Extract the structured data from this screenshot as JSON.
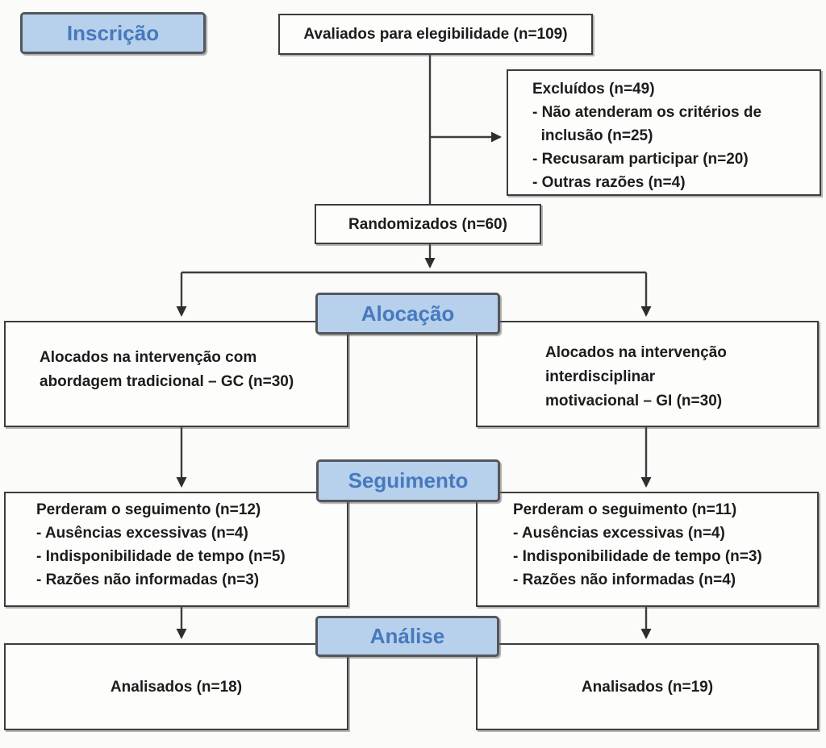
{
  "figure": {
    "stage_labels": {
      "inscricao": "Inscrição",
      "alocacao": "Alocação",
      "seguimento": "Seguimento",
      "analise": "Análise"
    },
    "boxes": {
      "assessed": "Avaliados para elegibilidade (n=109)",
      "excluded": {
        "title": "Excluídos (n=49)",
        "items": [
          "- Não atenderam os critérios de\n  inclusão (n=25)",
          "- Recusaram participar (n=20)",
          "- Outras razões (n=4)"
        ]
      },
      "randomized": "Randomizados (n=60)",
      "allocation_left": "Alocados na intervenção com\nabordagem tradicional – GC (n=30)",
      "allocation_right": "Alocados na intervenção\ninterdisciplinar\nmotivacional – GI (n=30)",
      "followup_left": {
        "title": "Perderam o seguimento (n=12)",
        "items": [
          "- Ausências excessivas (n=4)",
          "- Indisponibilidade de tempo (n=5)",
          "- Razões não informadas (n=3)"
        ]
      },
      "followup_right": {
        "title": "Perderam o seguimento (n=11)",
        "items": [
          "- Ausências excessivas (n=4)",
          "- Indisponibilidade de tempo (n=3)",
          "- Razões não informadas (n=4)"
        ]
      },
      "analysis_left": "Analisados (n=18)",
      "analysis_right": "Analisados (n=19)"
    },
    "colors": {
      "stage_fill": "#b7d0eb",
      "stage_text": "#4679bf",
      "stage_border": "#53575c",
      "box_border": "#3d3d3d",
      "connector": "#3d3d3d"
    }
  }
}
